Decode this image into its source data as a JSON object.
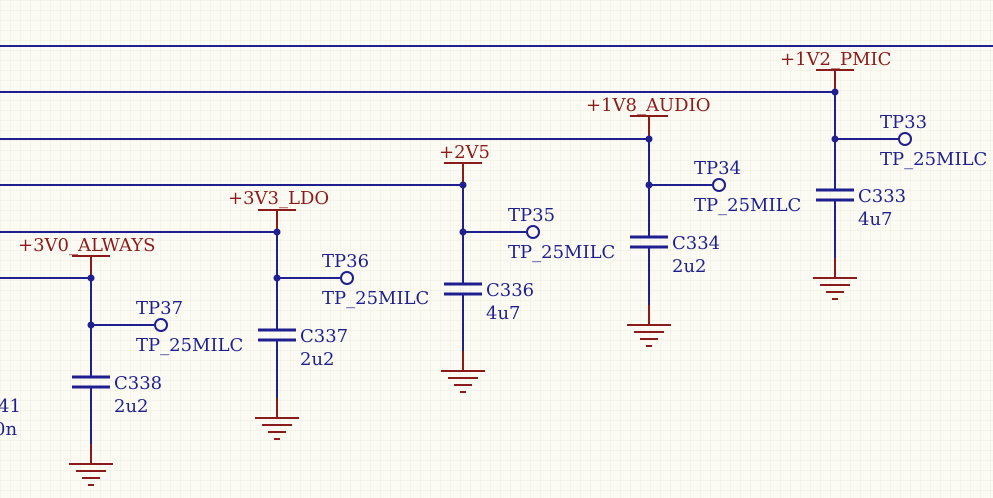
{
  "colors": {
    "wire": "#1f1f8f",
    "power": "#8b1a1a",
    "background": "#fbfbf4"
  },
  "power_nets": [
    "+1V2_PMIC",
    "+1V8_AUDIO",
    "+2V5",
    "+3V3_LDO",
    "+3V0_ALWAYS"
  ],
  "capacitors": [
    {
      "ref": "C333",
      "value": "4u7"
    },
    {
      "ref": "C334",
      "value": "2u2"
    },
    {
      "ref": "C336",
      "value": "4u7"
    },
    {
      "ref": "C337",
      "value": "2u2"
    },
    {
      "ref": "C338",
      "value": "2u2"
    }
  ],
  "test_points": [
    {
      "ref": "TP33",
      "footprint": "TP_25MILC"
    },
    {
      "ref": "TP34",
      "footprint": "TP_25MILC"
    },
    {
      "ref": "TP35",
      "footprint": "TP_25MILC"
    },
    {
      "ref": "TP36",
      "footprint": "TP_25MILC"
    },
    {
      "ref": "TP37",
      "footprint": "TP_25MILC"
    }
  ],
  "partial_labels": [
    "41",
    "0n"
  ]
}
